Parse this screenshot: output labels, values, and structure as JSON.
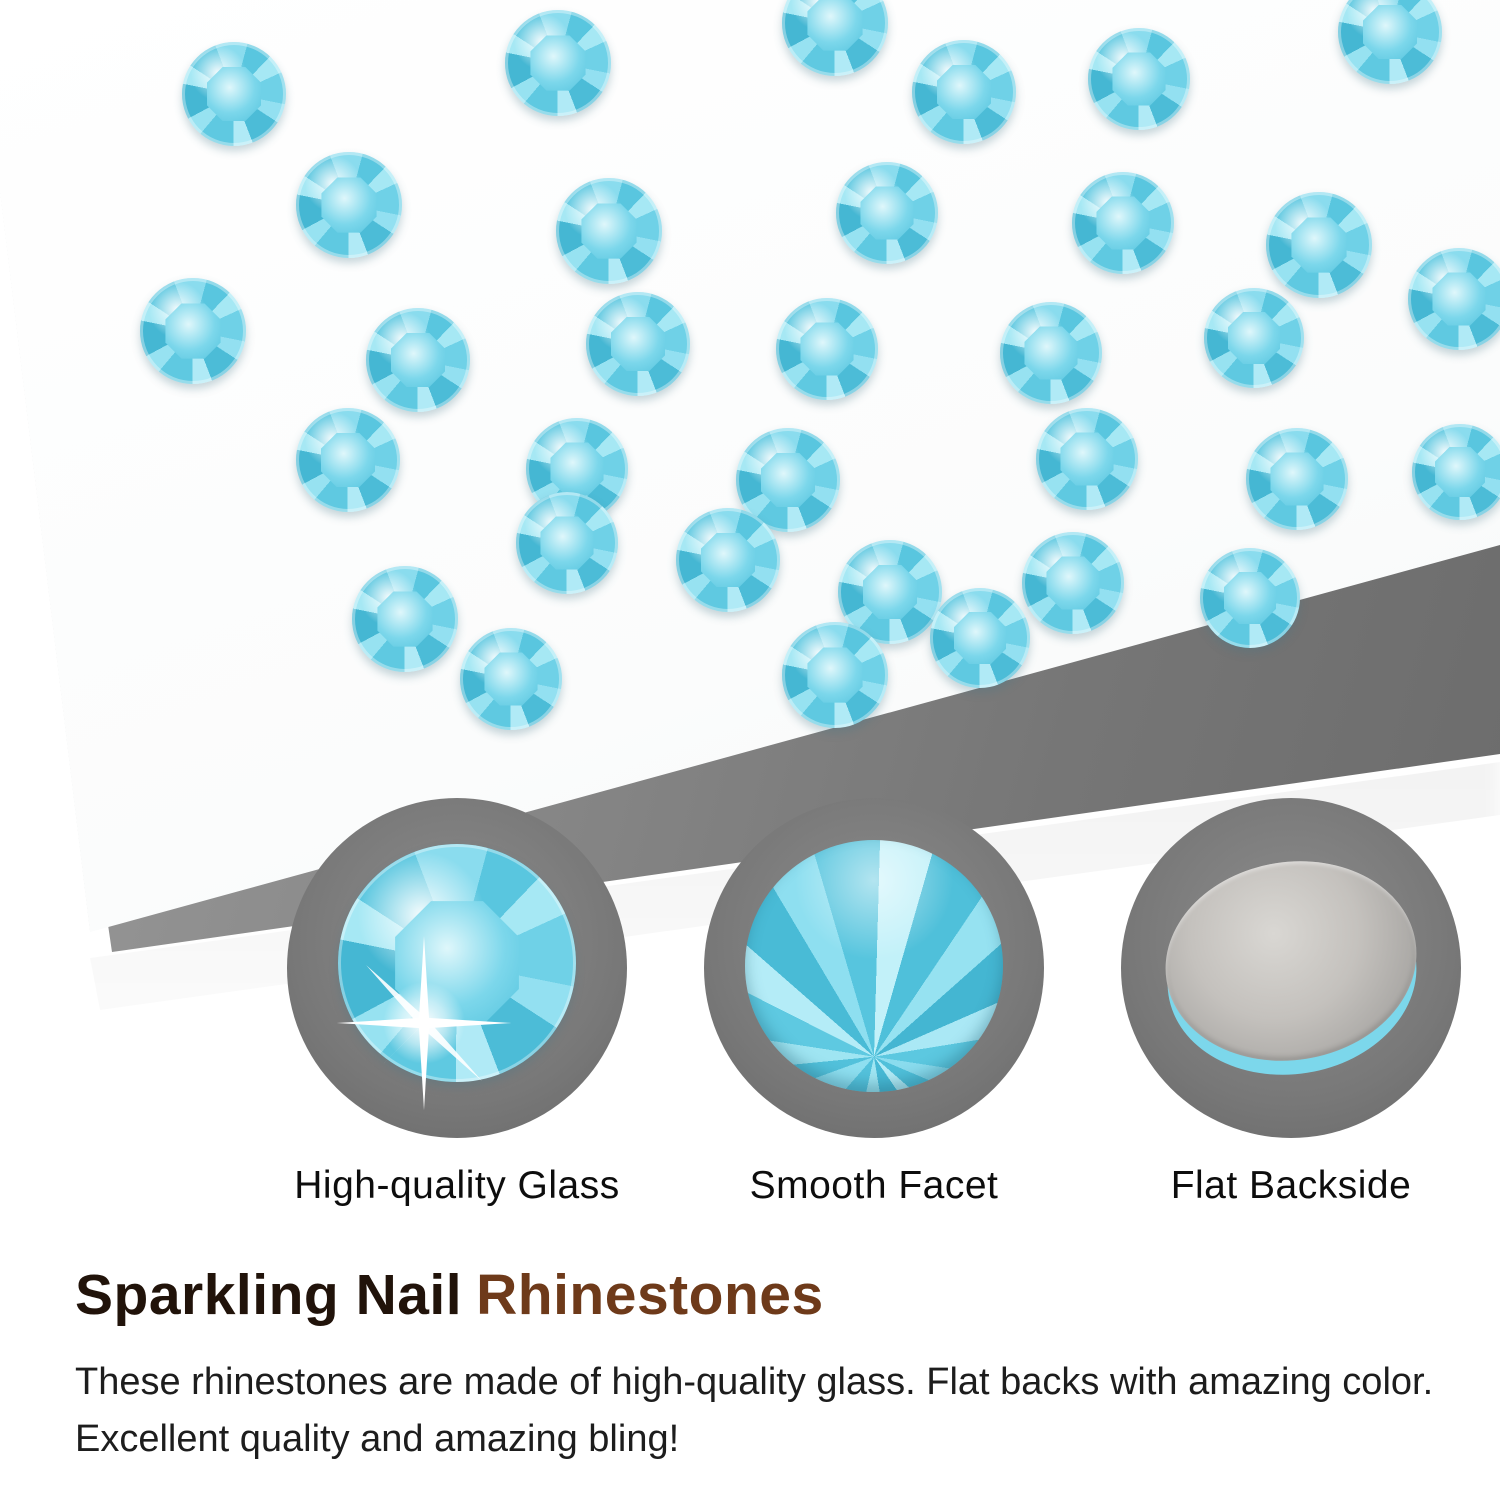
{
  "callouts": [
    {
      "label": "High-quality Glass"
    },
    {
      "label": "Smooth Facet"
    },
    {
      "label": "Flat Backside"
    }
  ],
  "heading": {
    "part1": "Sparkling Nail",
    "part2": "Rhinestones"
  },
  "description": {
    "line1": "These rhinestones are made of high-quality glass. Flat backs with amazing color.",
    "line2": "Excellent quality and amazing bling!"
  },
  "colors": {
    "aqua": "#7cd7eb",
    "circle_gray": "#787878",
    "heading_dark": "#21130a",
    "heading_brown": "#6e3a1a",
    "text_dark": "#1d1d1d"
  }
}
